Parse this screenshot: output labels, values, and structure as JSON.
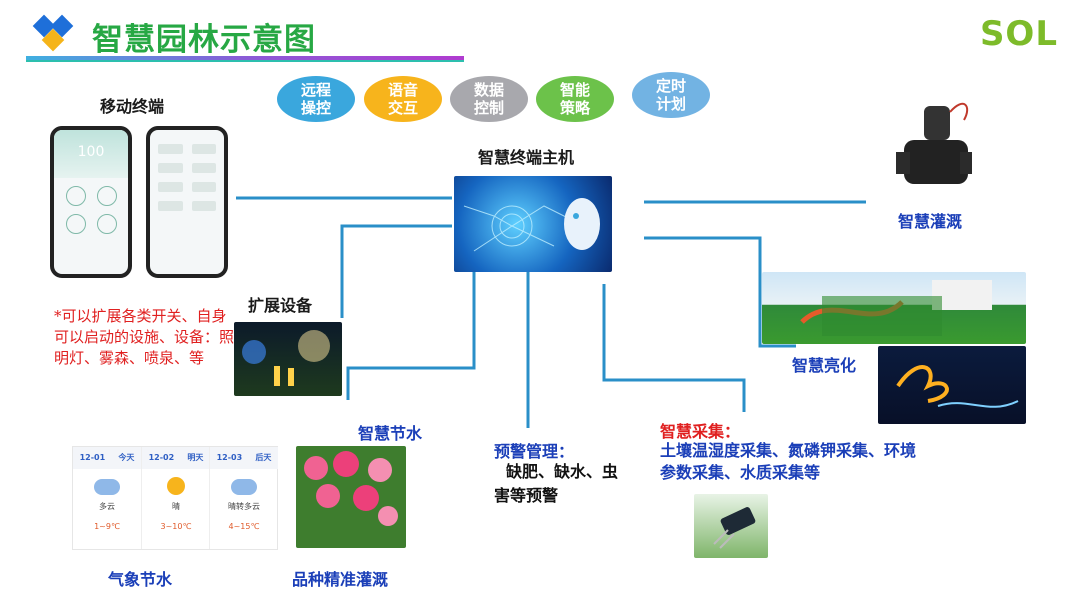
{
  "header": {
    "title": "智慧园林示意图",
    "brand": "SOL"
  },
  "pills": [
    {
      "label": "远程\n操控",
      "color": "#3aa7dd"
    },
    {
      "label": "语音\n交互",
      "color": "#f7b41c"
    },
    {
      "label": "数据\n控制",
      "color": "#a8a8ad"
    },
    {
      "label": "智能\n策略",
      "color": "#6cc24a"
    },
    {
      "label": "定时\n计划",
      "color": "#72b3e3"
    }
  ],
  "labels": {
    "mobile": "移动终端",
    "host": "智慧终端主机",
    "irrigation": "智慧灌溉",
    "lighting": "智慧亮化",
    "expand": "扩展设备",
    "expand_note": "*可以扩展各类开关、自身可以启动的设施、设备：照明灯、雾森、喷泉、等",
    "water_saving": "智慧节水",
    "warning_title": "预警管理：",
    "warning_body": "缺肥、缺水、虫害等预警",
    "collect_title": "智慧采集：",
    "collect_body": "土壤温湿度采集、氮磷钾采集、环境参数采集、水质采集等",
    "weather_saving": "气象节水",
    "variety": "品种精准灌溉"
  },
  "phone": {
    "value": "100"
  },
  "weather": [
    {
      "date": "12-01",
      "day": "今天",
      "cond": "多云",
      "temp": "1~9℃"
    },
    {
      "date": "12-02",
      "day": "明天",
      "cond": "晴",
      "temp": "3~10℃"
    },
    {
      "date": "12-03",
      "day": "后天",
      "cond": "晴转多云",
      "temp": "4~15℃"
    }
  ]
}
